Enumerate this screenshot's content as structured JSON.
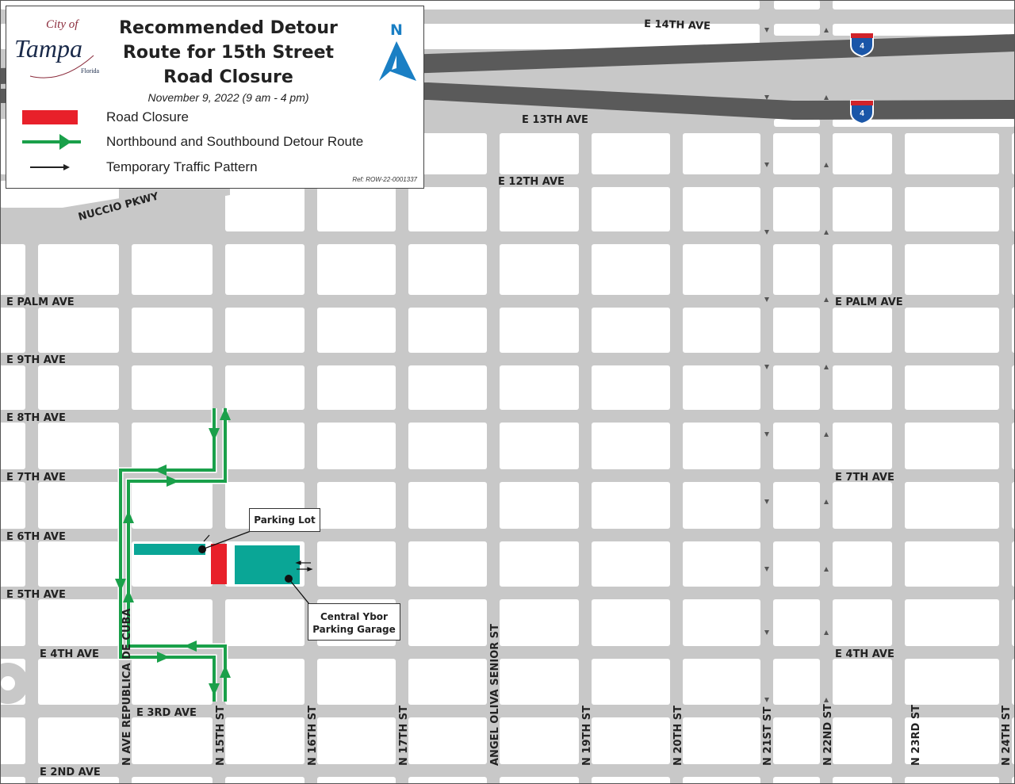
{
  "legend": {
    "logo_text": {
      "line1": "City of",
      "line2": "Tampa",
      "line3": "Florida"
    },
    "title_lines": [
      "Recommended Detour",
      "Route for 15th Street",
      "Road Closure"
    ],
    "date": "November 9, 2022 (9 am - 4 pm)",
    "items": [
      {
        "label": "Road Closure",
        "color": "#e8202a"
      },
      {
        "label": "Northbound and Southbound Detour Route",
        "color": "#1aa04a"
      },
      {
        "label": "Temporary Traffic Pattern",
        "color": "#222222"
      }
    ],
    "ref": "Ref: ROW-22-0001337",
    "north_label": "N"
  },
  "interstate_shield": "4",
  "avenues": {
    "e14th": "E 14TH AVE",
    "e13th": "E 13TH AVE",
    "e12th": "E 12TH AVE",
    "nuccio": "NUCCIO PKWY",
    "palm_w": "E PALM AVE",
    "palm_e": "E PALM AVE",
    "e9th": "E 9TH AVE",
    "e8th": "E 8TH AVE",
    "e7th_w": "E 7TH AVE",
    "e7th_e": "E 7TH AVE",
    "e6th": "E 6TH AVE",
    "e5th": "E 5TH AVE",
    "e4th_w": "E 4TH AVE",
    "e4th_e": "E 4TH AVE",
    "e3rd": "E 3RD AVE",
    "e2nd": "E 2ND AVE"
  },
  "streets": {
    "republica": "N AVE REPUBLICA DE CUBA",
    "n15": "N 15TH ST",
    "n16": "N 16TH ST",
    "n17": "N 17TH ST",
    "oliva": "ANGEL OLIVA SENIOR ST",
    "n19": "N 19TH ST",
    "n20": "N 20TH ST",
    "n21": "N 21ST ST",
    "n22": "N 22ND ST",
    "n23": "N 23RD ST",
    "n24": "N 24TH ST"
  },
  "callouts": {
    "parking_lot": "Parking Lot",
    "garage_line1": "Central Ybor",
    "garage_line2": "Parking Garage"
  },
  "colors": {
    "street": "#c8c8c8",
    "interstate": "#5a5a5a",
    "closure": "#e8202a",
    "detour": "#1aa04a",
    "parking": "#0aa696",
    "north": "#1a7fc4"
  }
}
